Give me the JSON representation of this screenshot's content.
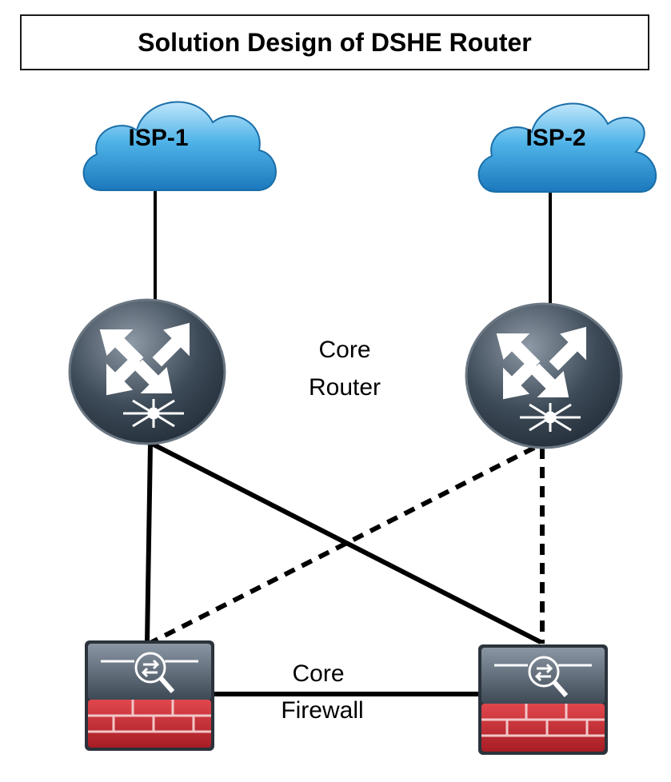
{
  "title": "Solution Design of DSHE Router",
  "clouds": [
    {
      "label": "ISP-1"
    },
    {
      "label": "ISP-2"
    }
  ],
  "router_group_label": {
    "line1": "Core",
    "line2": "Router"
  },
  "firewall_group_label": {
    "line1": "Core",
    "line2": "Firewall"
  },
  "icons": {
    "cloud": "cloud-icon",
    "router": "router-icon",
    "firewall": "firewall-icon"
  },
  "colors": {
    "cloud": "#2f9ad8",
    "router": "#3a4a5a",
    "firewall_top": "#4e5b6a",
    "firewall_bottom": "#c0282f",
    "link": "#000000"
  },
  "links": [
    {
      "from": "ISP-1",
      "to": "router-1",
      "style": "solid"
    },
    {
      "from": "ISP-2",
      "to": "router-2",
      "style": "solid"
    },
    {
      "from": "router-1",
      "to": "firewall-1",
      "style": "solid"
    },
    {
      "from": "router-1",
      "to": "firewall-2",
      "style": "solid"
    },
    {
      "from": "router-2",
      "to": "firewall-1",
      "style": "dashed"
    },
    {
      "from": "router-2",
      "to": "firewall-2",
      "style": "dashed"
    },
    {
      "from": "firewall-1",
      "to": "firewall-2",
      "style": "solid"
    }
  ]
}
